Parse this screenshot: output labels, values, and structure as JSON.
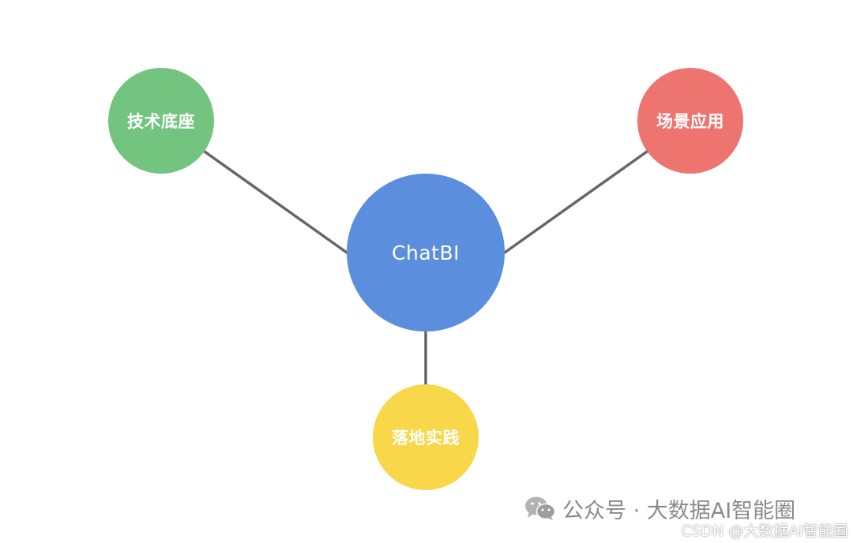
{
  "diagram": {
    "type": "hub-and-spoke",
    "center": {
      "label": "ChatBI",
      "color": "#5B8EDC"
    },
    "satellites": [
      {
        "id": "tech",
        "label": "技术底座",
        "color": "#72C47F"
      },
      {
        "id": "scene",
        "label": "场景应用",
        "color": "#EE7470"
      },
      {
        "id": "land",
        "label": "落地实践",
        "color": "#F8D74A"
      }
    ],
    "edges": [
      {
        "from": "ChatBI",
        "to": "技术底座"
      },
      {
        "from": "ChatBI",
        "to": "场景应用"
      },
      {
        "from": "ChatBI",
        "to": "落地实践"
      }
    ],
    "edge_color": "#666666"
  },
  "watermarks": {
    "wechat_icon": "wechat-icon",
    "wechat_text": "公众号 · 大数据AI智能圈",
    "csdn_text": "CSDN @大数据AI智能圈"
  }
}
